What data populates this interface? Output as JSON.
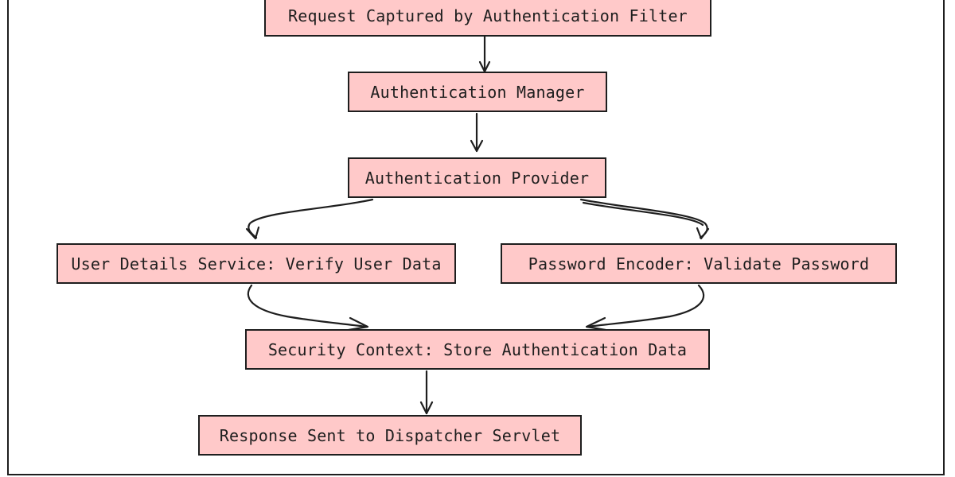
{
  "diagram": {
    "nodes": [
      {
        "id": "n1",
        "label": "Request Captured by Authentication Filter"
      },
      {
        "id": "n2",
        "label": "Authentication Manager"
      },
      {
        "id": "n3",
        "label": "Authentication Provider"
      },
      {
        "id": "n4",
        "label": "User Details Service: Verify User Data"
      },
      {
        "id": "n5",
        "label": "Password Encoder: Validate Password"
      },
      {
        "id": "n6",
        "label": "Security Context: Store Authentication Data"
      },
      {
        "id": "n7",
        "label": "Response Sent to Dispatcher Servlet"
      }
    ],
    "edges": [
      {
        "from": "n1",
        "to": "n2"
      },
      {
        "from": "n2",
        "to": "n3"
      },
      {
        "from": "n3",
        "to": "n4"
      },
      {
        "from": "n3",
        "to": "n5"
      },
      {
        "from": "n4",
        "to": "n6"
      },
      {
        "from": "n5",
        "to": "n6"
      },
      {
        "from": "n6",
        "to": "n7"
      }
    ],
    "colors": {
      "node_fill": "#ffc9c9",
      "stroke": "#1e1e1e",
      "background": "#ffffff"
    }
  }
}
